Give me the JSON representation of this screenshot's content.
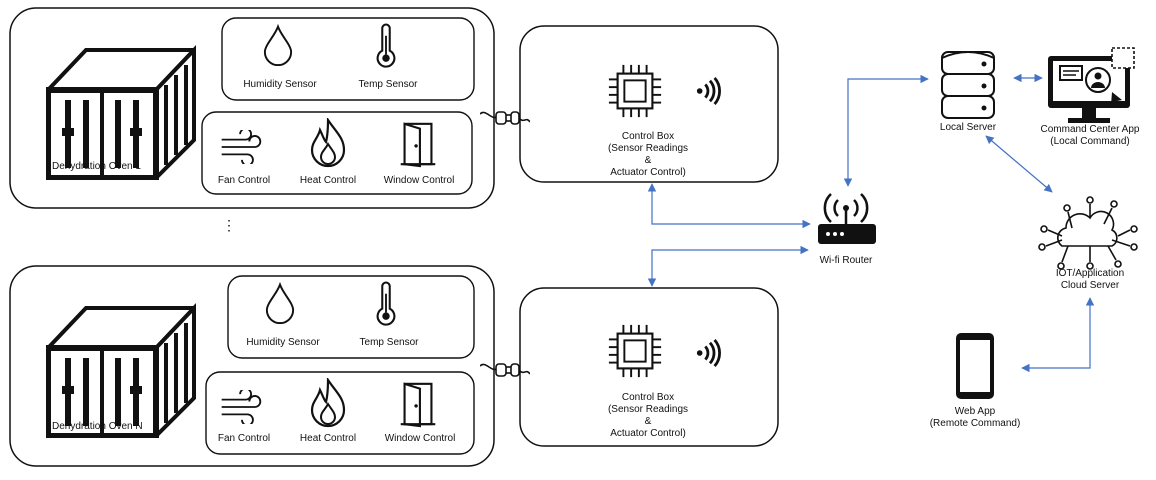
{
  "ovens": [
    {
      "name": "Dehydration Oven 1",
      "sensors": [
        "Humidity Sensor",
        "Temp Sensor"
      ],
      "actuators": [
        "Fan Control",
        "Heat Control",
        "Window Control"
      ]
    },
    {
      "name": "Dehydration Oven N",
      "sensors": [
        "Humidity Sensor",
        "Temp Sensor"
      ],
      "actuators": [
        "Fan Control",
        "Heat Control",
        "Window Control"
      ]
    }
  ],
  "separator": "⋮",
  "control_boxes": [
    {
      "lines": [
        "Control Box",
        "(Sensor Readings",
        "&",
        "Actuator Control)"
      ]
    },
    {
      "lines": [
        "Control Box",
        "(Sensor Readings",
        "&",
        "Actuator Control)"
      ]
    }
  ],
  "router": {
    "label": "Wi-fi Router"
  },
  "local_server": {
    "label": "Local Server"
  },
  "command_center": {
    "lines": [
      "Command Center App",
      "(Local Command)"
    ]
  },
  "cloud": {
    "lines": [
      "IOT/Application",
      "Cloud Server"
    ]
  },
  "web_app": {
    "lines": [
      "Web App",
      "(Remote Command)"
    ]
  },
  "colors": {
    "arrow": "#4472c4",
    "stroke": "#1a1a1a"
  },
  "icons": [
    "shipping-container-icon",
    "droplet-icon",
    "thermometer-icon",
    "wind-icon",
    "flame-icon",
    "door-icon",
    "cpu-chip-icon",
    "wireless-signal-icon",
    "plug-icon",
    "router-icon",
    "database-server-icon",
    "monitor-app-icon",
    "cloud-network-icon",
    "smartphone-icon"
  ]
}
